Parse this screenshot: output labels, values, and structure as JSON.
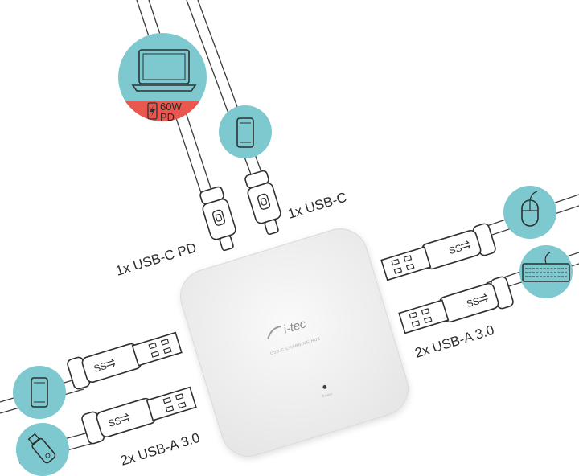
{
  "colors": {
    "teal": "#7ec8cf",
    "red": "#e9574f",
    "hub": "#f2f2f2",
    "line": "#333333"
  },
  "labels": {
    "usb_c_pd": "1x USB-C PD",
    "usb_c": "1x USB-C",
    "usb_a_right": "2x USB-A 3.0",
    "usb_a_left": "2x USB-A 3.0"
  },
  "badges": {
    "power_delivery": [
      "60W",
      "PD"
    ]
  },
  "hub": {
    "brand": "i-tec",
    "model": "USB-C CHARGING HUB",
    "led_label": "Power"
  },
  "connector": {
    "usb3_logo": "SS"
  },
  "icons": {
    "laptop": "laptop-icon",
    "charging": "lightning-icon",
    "phone": "smartphone-icon",
    "mouse": "mouse-icon",
    "keyboard": "keyboard-icon",
    "flash_drive": "usb-flash-drive-icon"
  }
}
